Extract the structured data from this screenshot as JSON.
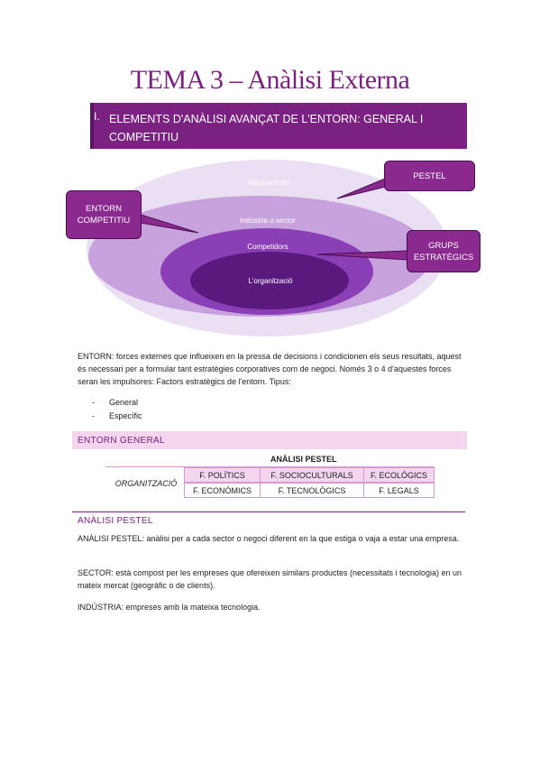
{
  "title": "TEMA 3 – Anàlisi Externa",
  "section": {
    "number": "I.",
    "text": "ELEMENTS D'ANÀLISI AVANÇAT DE L'ENTORN: GENERAL I COMPETITIU"
  },
  "diagram": {
    "rings": [
      "Macroentorn",
      "Indústria o sector",
      "Competidors",
      "L'organització"
    ],
    "callouts": {
      "pestel": "PESTEL",
      "entorn_competitiu": "ENTORN COMPETITIU",
      "grups_estrategics": "GRUPS ESTRATÈGICS"
    },
    "colors": {
      "ring_outer": "#eadff3",
      "ring_2": "#c8a2dc",
      "ring_3": "#8a3fb6",
      "ring_inner": "#5a1a7d",
      "callout": "#8b2a8e"
    }
  },
  "entorn": {
    "text": "ENTORN: forces externes que influeixen en la pressa de decisions i condicionen els seus resultats, aquest és necessari per a formular tant estratègies corporatives com de negoci. Només 3 o 4 d'aquestes forces seran les impulsores: Factors estratègics de l'entorn. Tipus:",
    "types": [
      "General",
      "Específic"
    ]
  },
  "entorn_general_heading": "ENTORN GENERAL",
  "pestel_table": {
    "title": "ANÀLISI PESTEL",
    "row_label": "ORGANITZACIÓ",
    "row1": [
      "F. POLÍTICS",
      "F. SOCIOCULTURALS",
      "F. ECOLÒGICS"
    ],
    "row2": [
      "F. ECONÒMICS",
      "F. TECNOLÒGICS",
      "F. LEGALS"
    ]
  },
  "analisi_pestel_heading": "ANÀLISI PESTEL",
  "definitions": {
    "analisi_pestel": "ANÀLISI PESTEL: anàlisi per a cada sector o negoci diferent en la que estiga o vaja a estar una empresa.",
    "sector": "SECTOR: està compost per les empreses que ofereixen similars productes (necessitats i tecnologia) en un mateix mercat (geogràfic o de clients).",
    "industria": "INDÚSTRIA: empreses amb la mateixa tecnologia."
  }
}
